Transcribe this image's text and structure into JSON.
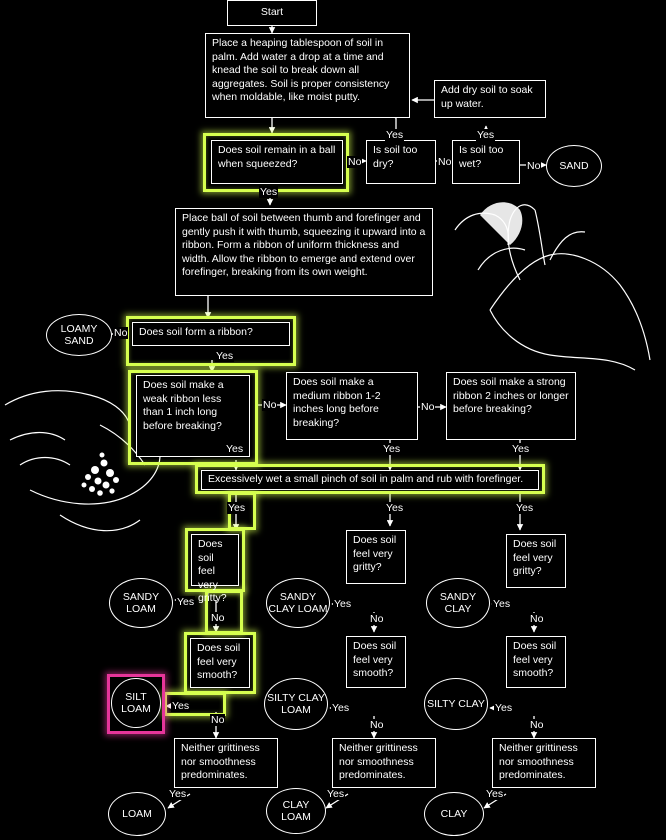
{
  "colors": {
    "background": "#000000",
    "line": "#ffffff",
    "highlight": "#d6ff4f",
    "result_highlight": "#e6359a"
  },
  "nodes": {
    "start": "Start",
    "prep": "Place a heaping tablespoon of soil in palm.  Add water a drop at a time and knead the soil to break down all aggregates.  Soil is proper consistency when moldable, like moist putty.",
    "add_dry": "Add dry soil to soak up water.",
    "ball": "Does soil remain in a ball when squeezed?",
    "too_dry": "Is soil too dry?",
    "too_wet": "Is soil too wet?",
    "sand": "SAND",
    "ribbon_instr": "Place ball of soil between thumb and forefinger and gently push it with thumb, squeezing it upward into a ribbon. Form a ribbon of uniform thickness and width. Allow the ribbon to emerge and extend over forefinger, breaking from its own weight.",
    "form_ribbon": "Does soil form a ribbon?",
    "loamy_sand": "LOAMY SAND",
    "weak": "Does soil make a weak ribbon less than 1 inch long before breaking?",
    "medium": "Does soil make a medium ribbon 1-2 inches long before breaking?",
    "strong": "Does soil make a strong ribbon 2 inches or longer before breaking?",
    "wet_pinch": "Excessively wet a small pinch of soil in palm and rub with forefinger.",
    "gritty_1": "Does soil feel very gritty?",
    "gritty_2": "Does soil feel very gritty?",
    "gritty_3": "Does soil feel very gritty?",
    "smooth_1": "Does soil feel very smooth?",
    "smooth_2": "Does soil feel very smooth?",
    "smooth_3": "Does soil feel very smooth?",
    "neither_1": "Neither grittiness nor smoothness predominates.",
    "neither_2": "Neither grittiness nor smoothness predominates.",
    "neither_3": "Neither grittiness nor smoothness predominates.",
    "sandy_loam": "SANDY LOAM",
    "sandy_clay_loam": "SANDY CLAY LOAM",
    "sandy_clay": "SANDY CLAY",
    "silt_loam": "SILT LOAM",
    "silty_clay_loam": "SILTY CLAY LOAM",
    "silty_clay": "SILTY CLAY",
    "loam": "LOAM",
    "clay_loam": "CLAY LOAM",
    "clay": "CLAY"
  },
  "labels": {
    "yes": "Yes",
    "no": "No"
  }
}
